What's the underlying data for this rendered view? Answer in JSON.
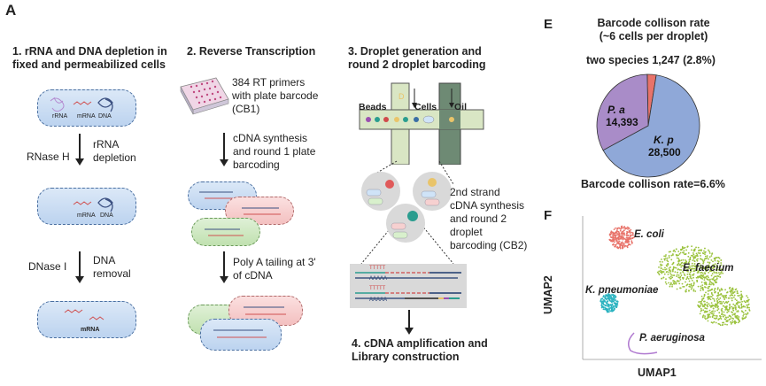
{
  "panelA": {
    "letter": "A",
    "step1": {
      "title_l1": "1. rRNA and DNA depletion in",
      "title_l2": "fixed and permeabilized cells",
      "cell1_labels": [
        "rRNA",
        "mRNA",
        "DNA"
      ],
      "rnase_label": "RNase H",
      "rnase_desc_l1": "rRNA",
      "rnase_desc_l2": "depletion",
      "cell2_labels": [
        "mRNA",
        "DNA"
      ],
      "dnase_label": "DNase I",
      "dnase_desc_l1": "DNA",
      "dnase_desc_l2": "removal",
      "cell3_label": "mRNA"
    },
    "step2": {
      "title": "2. Reverse Transcription",
      "plate_text_l1": "384 RT primers",
      "plate_text_l2": "with plate barcode",
      "plate_text_l3": "(CB1)",
      "cdna_l1": "cDNA synthesis",
      "cdna_l2": "and round 1 plate",
      "cdna_l3": "barcoding",
      "polya_l1": "Poly A tailing at 3'",
      "polya_l2": "of cDNA"
    },
    "step3": {
      "title_l1": "3. Droplet generation and",
      "title_l2": "round 2 droplet barcoding",
      "beads": "Beads",
      "cells": "Cells",
      "oil": "Oil",
      "second_l1": "2nd strand",
      "second_l2": "cDNA synthesis",
      "second_l3": "and round 2",
      "second_l4": "droplet",
      "second_l5": "barcoding (CB2)",
      "seq1": "TTTTT",
      "seq2": "AAAAA",
      "seq3": "TTTTT",
      "seq4": "AAAAA"
    },
    "step4": {
      "title_l1": "4. cDNA amplification and",
      "title_l2": "Library construction"
    }
  },
  "panelE": {
    "letter": "E",
    "title_l1": "Barcode collison rate",
    "title_l2": "(~6 cells per droplet)",
    "two_species": "two species 1,247 (2.8%)",
    "slice_pa_name": "P. a",
    "slice_pa_value": "14,393",
    "slice_kp_name": "K. p",
    "slice_kp_value": "28,500",
    "footer": "Barcode collison rate=6.6%",
    "colors": {
      "kp": "#8fa8d8",
      "pa": "#a98cc8",
      "two": "#e8736a"
    }
  },
  "chart_data": {
    "type": "pie",
    "title": "Barcode collison rate",
    "subtitle": "(~6 cells per droplet)",
    "slices": [
      {
        "label": "K. p",
        "value": 28500
      },
      {
        "label": "P. a",
        "value": 14393
      },
      {
        "label": "two species",
        "value": 1247
      }
    ]
  },
  "panelF": {
    "letter": "F",
    "ylabel": "UMAP2",
    "xlabel": "UMAP1",
    "clusters": {
      "ecoli": "E. coli",
      "efaecium": "E. faecium",
      "kpneumoniae": "K. pneumoniae",
      "paeruginosa": "P. aeruginosa"
    },
    "colors": {
      "ecoli": "#e8736a",
      "efaecium": "#9ac23c",
      "kpneumoniae": "#2bb3c0",
      "paeruginosa": "#b07ad0"
    }
  }
}
